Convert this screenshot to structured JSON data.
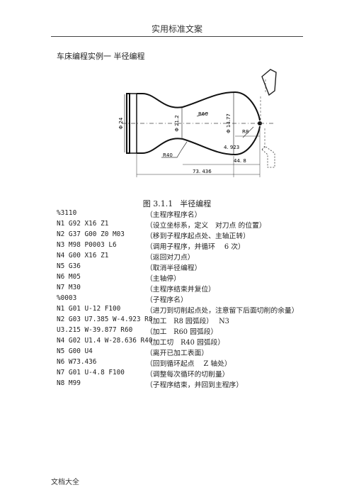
{
  "header": {
    "title": "实用标准文案"
  },
  "document": {
    "title": "车床编程实例一 半径编程"
  },
  "figure": {
    "dims": {
      "dia_24": "Φ 24",
      "dia_21_2": "Φ 21.2",
      "dia_14_77": "Φ 14.77",
      "r60": "R60",
      "r8": "R8",
      "r40": "R40",
      "len_4_923": "4. 923",
      "len_44_8": "44. 8",
      "len_73_436": "73. 436"
    },
    "caption": {
      "number": "图 3.1.1",
      "text": "半径编程"
    }
  },
  "program": [
    {
      "code": "%3110",
      "comment": "（主程序程序名）"
    },
    {
      "code": "N1 G92 X16 Z1",
      "comment": "（设立坐标系，定义　对刀点 的位置）"
    },
    {
      "code": "N2 G37 G00 Z0 M03",
      "comment": "（移到子程序起点处、主轴正转）"
    },
    {
      "code": "N3 M98 P0003 L6",
      "comment": "（调用子程序，并循环　 6 次）"
    },
    {
      "code": "N4 G00 X16 Z1",
      "comment": "（返回对刀点）"
    },
    {
      "code": "N5 G36",
      "comment": "（取消半径编程）"
    },
    {
      "code": "N6 M05",
      "comment": "（主轴停）"
    },
    {
      "code": "N7 M30",
      "comment": "（主程序结束并复位）"
    },
    {
      "code": "%0003",
      "comment": "（子程序名）"
    },
    {
      "code": "N1 G01 U-12 F100",
      "comment": "（进刀到切削起点处，注意留下后面切削的余量）"
    },
    {
      "code": "N2 G03 U7.385 W-4.923 R8",
      "comment": "（加工　R8 园弧段）　 N3"
    },
    {
      "code": "U3.215 W-39.877 R60",
      "comment": "（加工　R60 园弧段）"
    },
    {
      "code": "N4 G02 U1.4 W-28.636 R40",
      "comment": "（加工切　R40 园弧段）"
    },
    {
      "code": "N5 G00 U4",
      "comment": "（离开已加工表面）"
    },
    {
      "code": "N6 W73.436",
      "comment": "（回到循环起点　 Z 轴处）"
    },
    {
      "code": "N7 G01 U-4.8 F100",
      "comment": "（调整每次循环的切削量）"
    },
    {
      "code": "N8 M99",
      "comment": "（子程序结束，并回到主程序）"
    }
  ],
  "footer": {
    "text": "文档大全"
  }
}
